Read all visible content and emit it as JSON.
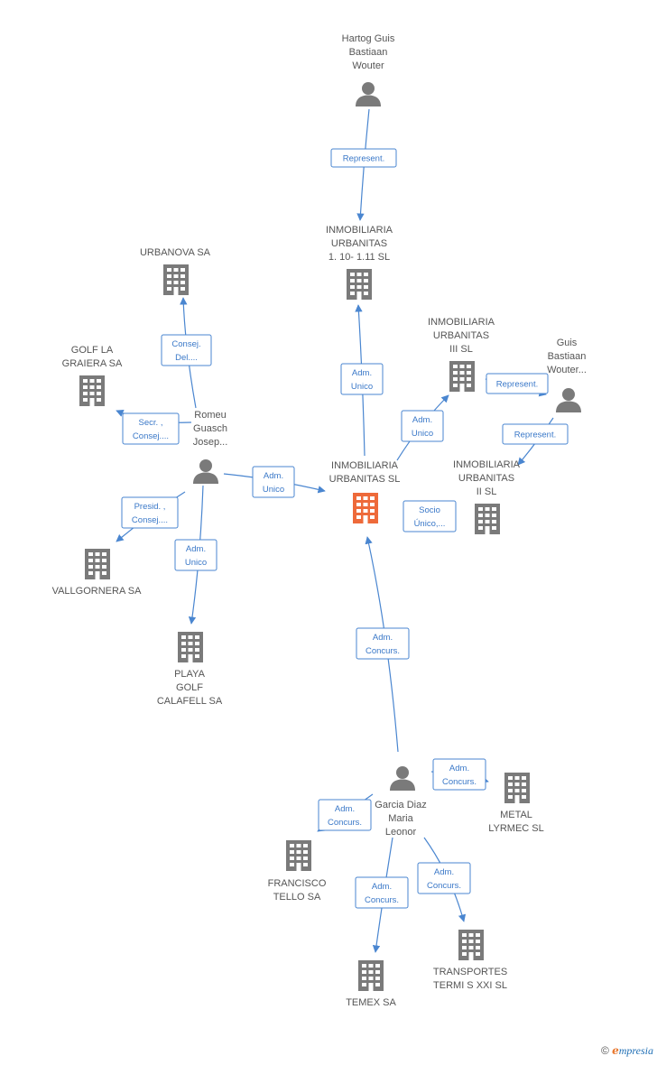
{
  "colors": {
    "edge": "#4a86d0",
    "edge_text": "#3a78c8",
    "node_gray": "#7a7a7a",
    "node_highlight": "#ee6a3a",
    "label_text": "#555555"
  },
  "nodes": [
    {
      "id": "hartog",
      "type": "person",
      "icon": "person-icon",
      "label": [
        "Hartog Guis",
        "Bastiaan",
        "Wouter"
      ]
    },
    {
      "id": "inmo110",
      "type": "company",
      "icon": "building-icon",
      "label": [
        "INMOBILIARIA",
        "URBANITAS",
        "1. 10- 1.11  SL"
      ]
    },
    {
      "id": "urbanova",
      "type": "company",
      "icon": "building-icon",
      "label": [
        "URBANOVA SA"
      ]
    },
    {
      "id": "golf",
      "type": "company",
      "icon": "building-icon",
      "label": [
        "GOLF LA",
        "GRAIERA SA"
      ]
    },
    {
      "id": "romeu",
      "type": "person",
      "icon": "person-icon",
      "label": [
        "Romeu",
        "Guasch",
        "Josep..."
      ]
    },
    {
      "id": "inmo3",
      "type": "company",
      "icon": "building-icon",
      "label": [
        "INMOBILIARIA",
        "URBANITAS",
        "III SL"
      ]
    },
    {
      "id": "guis",
      "type": "person",
      "icon": "person-icon",
      "label": [
        "Guis",
        "Bastiaan",
        "Wouter..."
      ]
    },
    {
      "id": "main",
      "type": "company-main",
      "icon": "building-icon",
      "label": [
        "INMOBILIARIA",
        "URBANITAS SL"
      ]
    },
    {
      "id": "inmo2",
      "type": "company",
      "icon": "building-icon",
      "label": [
        "INMOBILIARIA",
        "URBANITAS",
        "II SL"
      ]
    },
    {
      "id": "vallgornera",
      "type": "company",
      "icon": "building-icon",
      "label": [
        "VALLGORNERA SA"
      ]
    },
    {
      "id": "playa",
      "type": "company",
      "icon": "building-icon",
      "label": [
        "PLAYA",
        "GOLF",
        "CALAFELL SA"
      ]
    },
    {
      "id": "garcia",
      "type": "person",
      "icon": "person-icon",
      "label": [
        "Garcia Diaz",
        "Maria",
        "Leonor"
      ]
    },
    {
      "id": "metal",
      "type": "company",
      "icon": "building-icon",
      "label": [
        "METAL",
        "LYRMEC SL"
      ]
    },
    {
      "id": "francisco",
      "type": "company",
      "icon": "building-icon",
      "label": [
        "FRANCISCO",
        "TELLO SA"
      ]
    },
    {
      "id": "transportes",
      "type": "company",
      "icon": "building-icon",
      "label": [
        "TRANSPORTES",
        "TERMI S XXI SL"
      ]
    },
    {
      "id": "temex",
      "type": "company",
      "icon": "building-icon",
      "label": [
        "TEMEX SA"
      ]
    }
  ],
  "edges": [
    {
      "id": "e1",
      "label": [
        "Represent."
      ]
    },
    {
      "id": "e2",
      "label": [
        "Adm.",
        "Unico"
      ]
    },
    {
      "id": "e3",
      "label": [
        "Consej.",
        "Del...."
      ]
    },
    {
      "id": "e4",
      "label": [
        "Secr. ,",
        "Consej...."
      ]
    },
    {
      "id": "e5",
      "label": [
        "Adm.",
        "Unico"
      ]
    },
    {
      "id": "e6",
      "label": [
        "Adm.",
        "Unico"
      ]
    },
    {
      "id": "e7",
      "label": [
        "Represent."
      ]
    },
    {
      "id": "e8",
      "label": [
        "Represent."
      ]
    },
    {
      "id": "e9",
      "label": [
        "Socio",
        "Único,..."
      ]
    },
    {
      "id": "e10",
      "label": [
        "Presid. ,",
        "Consej...."
      ]
    },
    {
      "id": "e11",
      "label": [
        "Adm.",
        "Unico"
      ]
    },
    {
      "id": "e12",
      "label": [
        "Adm.",
        "Concurs."
      ]
    },
    {
      "id": "e13",
      "label": [
        "Adm.",
        "Concurs."
      ]
    },
    {
      "id": "e14",
      "label": [
        "Adm.",
        "Concurs."
      ]
    },
    {
      "id": "e15",
      "label": [
        "Adm.",
        "Concurs."
      ]
    },
    {
      "id": "e16",
      "label": [
        "Adm.",
        "Concurs."
      ]
    }
  ],
  "footer": {
    "copyright": "©",
    "brand_first": "e",
    "brand_rest": "mpresia"
  }
}
